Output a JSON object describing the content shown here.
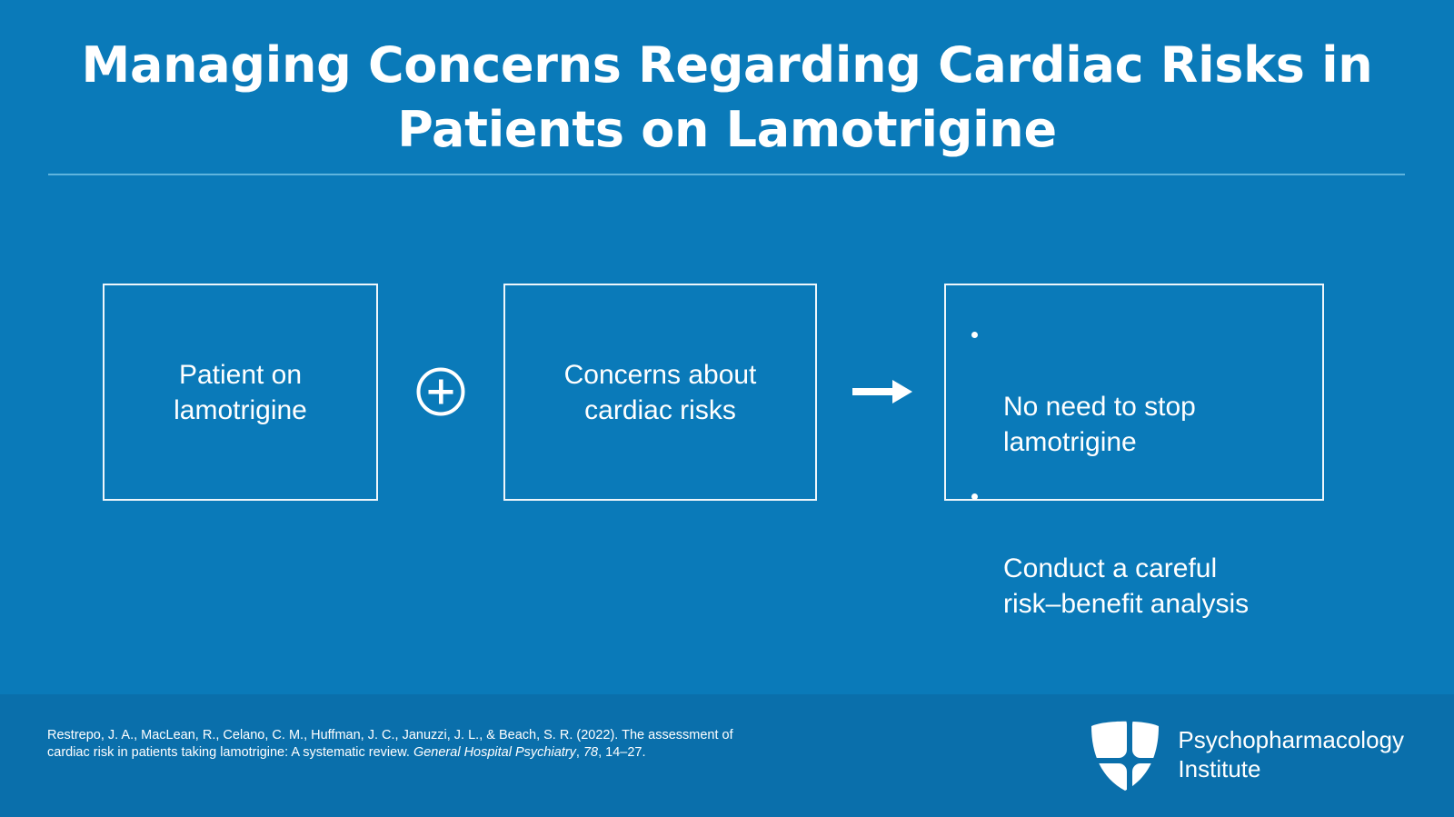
{
  "slide": {
    "background_color": "#0a7ab9",
    "footer_color": "#0a6fab",
    "accent_color": "#5fb4dd",
    "text_color": "#ffffff",
    "title": "Managing Concerns Regarding Cardiac Risks in\nPatients on Lamotrigine"
  },
  "diagram": {
    "nodes": [
      {
        "id": "patient",
        "text": "Patient on\nlamotrigine"
      },
      {
        "id": "concerns",
        "text": "Concerns about\ncardiac risks"
      }
    ],
    "connectors": [
      {
        "id": "plus",
        "icon": "plus-circle-icon"
      },
      {
        "id": "arrow",
        "icon": "arrow-right-icon"
      }
    ],
    "outcome": {
      "id": "recommendations",
      "bullets": [
        "No need to stop\nlamotrigine",
        "Conduct a careful\nrisk–benefit analysis"
      ]
    }
  },
  "footer": {
    "citation": {
      "authors_and_year": "Restrepo, J. A., MacLean, R., Celano, C. M., Huffman, J. C., Januzzi, J. L., & Beach, S. R. (2022).",
      "article_title": "The assessment of cardiac risk in patients taking lamotrigine: A systematic review.",
      "journal": "General Hospital Psychiatry",
      "volume": "78",
      "pages": "14–27."
    },
    "logo": {
      "mark": "shield-icon",
      "name": "Psychopharmacology\nInstitute"
    }
  }
}
